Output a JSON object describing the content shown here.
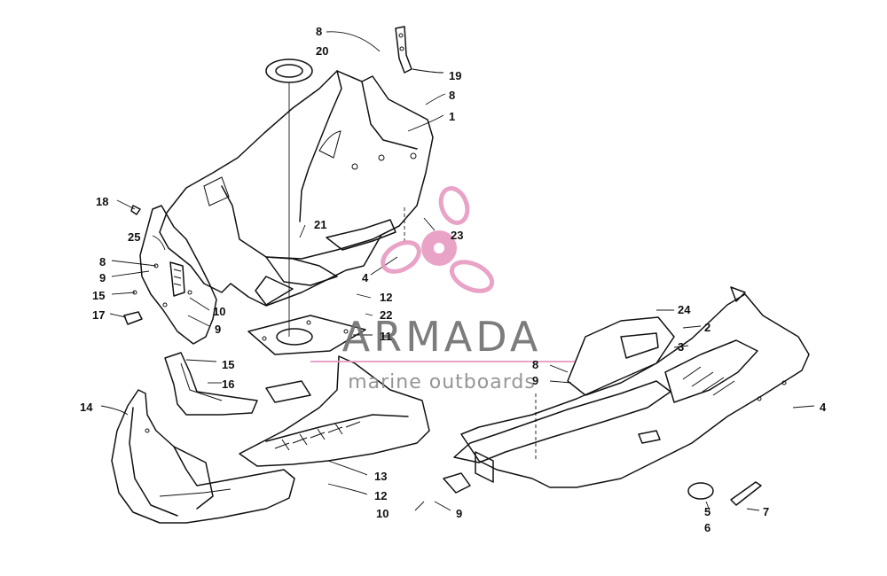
{
  "watermark": {
    "brand": "ARMADA",
    "tagline": "marine outboards",
    "logo_icon": "propeller-icon",
    "logo_color": "#e79ac0",
    "rule_color": "#e79ac0"
  },
  "callouts": [
    {
      "id": "c-8-top",
      "text": "8"
    },
    {
      "id": "c-20",
      "text": "20"
    },
    {
      "id": "c-19",
      "text": "19"
    },
    {
      "id": "c-8-right",
      "text": "8"
    },
    {
      "id": "c-1",
      "text": "1"
    },
    {
      "id": "c-18",
      "text": "18"
    },
    {
      "id": "c-21",
      "text": "21"
    },
    {
      "id": "c-23",
      "text": "23"
    },
    {
      "id": "c-25",
      "text": "25"
    },
    {
      "id": "c-8-left",
      "text": "8"
    },
    {
      "id": "c-9-left",
      "text": "9"
    },
    {
      "id": "c-15-left",
      "text": "15"
    },
    {
      "id": "c-17",
      "text": "17"
    },
    {
      "id": "c-10-left",
      "text": "10"
    },
    {
      "id": "c-9-mid",
      "text": "9"
    },
    {
      "id": "c-4-mid",
      "text": "4"
    },
    {
      "id": "c-12-top",
      "text": "12"
    },
    {
      "id": "c-22",
      "text": "22"
    },
    {
      "id": "c-11",
      "text": "11"
    },
    {
      "id": "c-15-mid",
      "text": "15"
    },
    {
      "id": "c-16",
      "text": "16"
    },
    {
      "id": "c-14",
      "text": "14"
    },
    {
      "id": "c-13",
      "text": "13"
    },
    {
      "id": "c-12-bot",
      "text": "12"
    },
    {
      "id": "c-10-bot",
      "text": "10"
    },
    {
      "id": "c-9-bot",
      "text": "9"
    },
    {
      "id": "c-24",
      "text": "24"
    },
    {
      "id": "c-2",
      "text": "2"
    },
    {
      "id": "c-3",
      "text": "3"
    },
    {
      "id": "c-8-right2",
      "text": "8"
    },
    {
      "id": "c-9-right2",
      "text": "9"
    },
    {
      "id": "c-4-right",
      "text": "4"
    },
    {
      "id": "c-5",
      "text": "5"
    },
    {
      "id": "c-6",
      "text": "6"
    },
    {
      "id": "c-7",
      "text": "7"
    }
  ]
}
